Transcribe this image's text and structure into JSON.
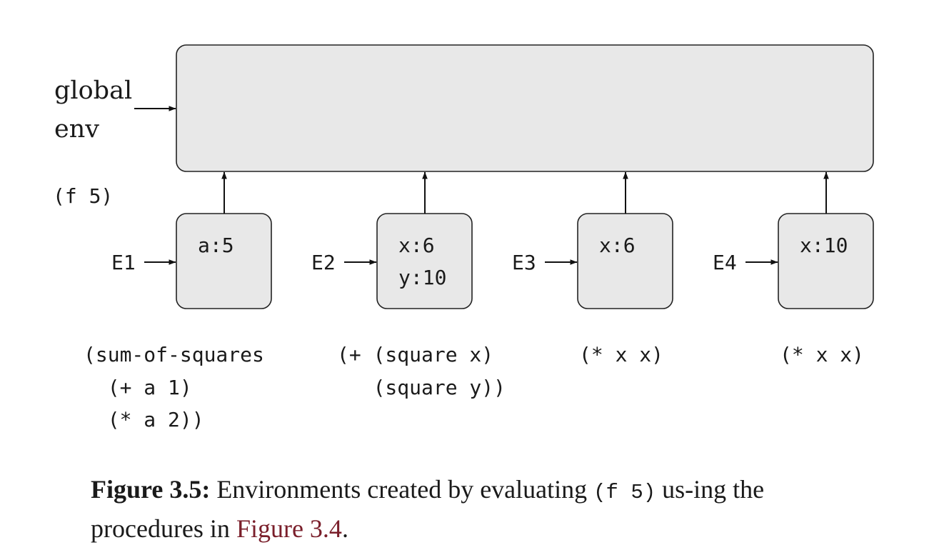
{
  "diagram": {
    "global_label_line1": "global",
    "global_label_line2": "env",
    "call_label": "(f 5)",
    "frames": [
      {
        "name": "E1",
        "bindings": [
          "a:5"
        ],
        "body": [
          "(sum-of-squares",
          "  (+ a 1)",
          "  (* a 2))"
        ]
      },
      {
        "name": "E2",
        "bindings": [
          "x:6",
          "y:10"
        ],
        "body": [
          "(+ (square x)",
          "   (square y))"
        ]
      },
      {
        "name": "E3",
        "bindings": [
          "x:6"
        ],
        "body": [
          "(* x x)"
        ]
      },
      {
        "name": "E4",
        "bindings": [
          "x:10"
        ],
        "body": [
          "(* x x)"
        ]
      }
    ]
  },
  "caption": {
    "label": "Figure 3.5:",
    "text_before": " Environments created by evaluating ",
    "code": "(f 5)",
    "text_after": " us-ing the procedures in ",
    "link": "Figure 3.4",
    "end": "."
  },
  "colors": {
    "box_fill": "#e8e8e8",
    "link": "#7a1f2b"
  }
}
